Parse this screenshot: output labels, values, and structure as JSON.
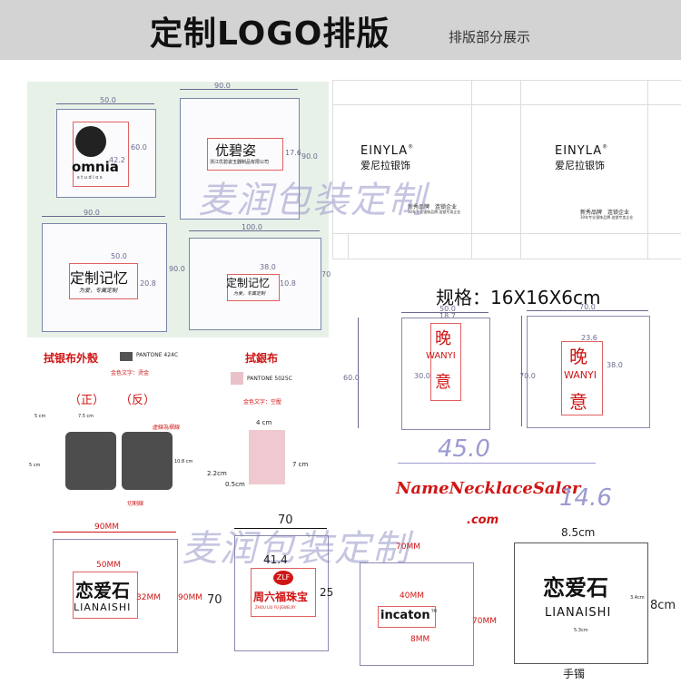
{
  "header": {
    "title": "定制LOGO排版",
    "subtitle": "排版部分展示"
  },
  "watermark": "麦润包装定制",
  "panel_a": {
    "omnia": {
      "dim_w": "50.0",
      "dim_h": "60.0",
      "inner_h": "42.2",
      "brand": "omnia",
      "tagline": "s t u d i o s"
    },
    "youbizi": {
      "dim_w": "90.0",
      "dim_h": "90.0",
      "inner_h": "17.6",
      "brand": "优碧姿",
      "sub": "浙江优碧姿玉器制品有限公司"
    },
    "dingzhi": {
      "dim_w": "90.0",
      "dim_h": "90.0",
      "inner_w": "50.0",
      "inner_h": "20.8",
      "brand": "定制记忆",
      "sub": "为爱，专属定制"
    },
    "dingzhi2": {
      "dim_w": "100.0",
      "dim_h": "70",
      "inner_w": "38.0",
      "inner_h": "10.8",
      "brand": "定制记忆",
      "sub": "为爱，专属定制"
    }
  },
  "panel_b": {
    "brand_en": "EINYLA",
    "brand_reg": "®",
    "brand_cn": "爱尼拉银饰",
    "slogan": "新秀品牌　连锁企业",
    "slogan_small": "30年专业银饰品牌 连锁专卖企业"
  },
  "spec": "规格：16X16X6cm",
  "wanyi_small": {
    "dim_w": "50.0",
    "dim_h": "60.0",
    "inner_w": "18.7",
    "inner_h": "30.0",
    "top": "晚",
    "mid": "WANYI",
    "bottom": "意"
  },
  "wanyi_large": {
    "dim_w": "70.0",
    "dim_h": "70.0",
    "inner_w": "23.6",
    "inner_h": "38.0",
    "top": "晚",
    "mid": "WANYI",
    "bottom": "意"
  },
  "cloth1": {
    "title": "拭银布外殼",
    "pantone": "PANTONE 424C",
    "note": "金色文字：烫金",
    "front": "（正）",
    "back": "（反）",
    "fold": "虚線為摺線",
    "cut": "切割線",
    "d1": "5 cm",
    "d2": "7.5 cm",
    "d3": "5 cm",
    "d4": "10.8 cm"
  },
  "cloth2": {
    "title": "拭銀布",
    "pantone": "PANTONE 5025C",
    "note": "金色文字：空壓",
    "w": "4 cm",
    "h": "7 cm",
    "a": "2.2cm",
    "b": "0.5cm"
  },
  "necklace": {
    "w": "45.0",
    "text": "NameNecklaceSaler",
    "com": ".com",
    "h": "14.6"
  },
  "lianaishi1": {
    "w": "90MM",
    "h": "90MM",
    "inner_w": "50MM",
    "inner_h": "32MM",
    "cn": "恋爱石",
    "en": "LIANAISHI"
  },
  "zlf": {
    "w": "70",
    "inner_w": "41.4",
    "h": "70",
    "inner_h": "25",
    "logo": "ZLF",
    "cn": "周六福珠宝",
    "en": "ZHOU LIU FU JEWELRY"
  },
  "incaton": {
    "w": "70MM",
    "inner_w": "40MM",
    "h": "70MM",
    "inner_h": "8MM",
    "brand": "incaton",
    "tm": "TM"
  },
  "lianaishi2": {
    "w": "8.5cm",
    "h": "8cm",
    "inner_w": "5.3cm",
    "inner_h": "3.4cm",
    "cn": "恋爱石",
    "en": "LIANAISHI",
    "caption": "手镯"
  }
}
